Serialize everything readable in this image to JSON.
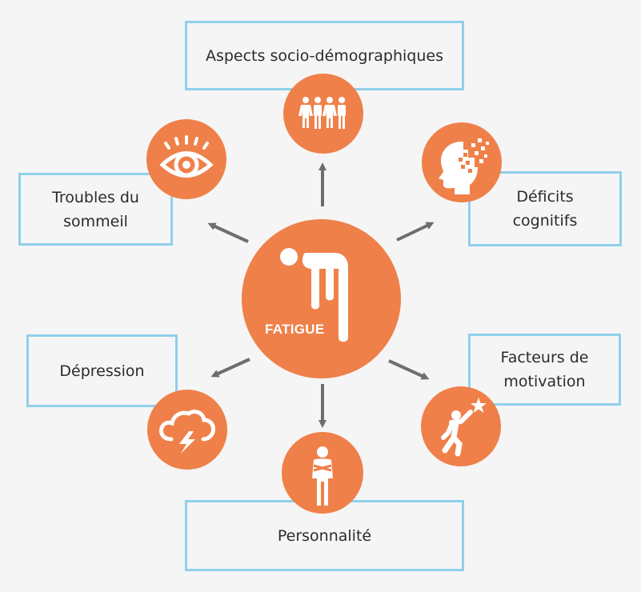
{
  "center": {
    "label": "FATIGUE",
    "icon": "person-bent-over-icon"
  },
  "factors": {
    "socio": {
      "line1": "Aspects socio-démographiques",
      "icon": "people-group-icon"
    },
    "cognitive": {
      "line1": "Déficits",
      "line2": "cognitifs",
      "icon": "head-pixels-icon"
    },
    "sleep": {
      "line1": "Troubles du",
      "line2": "sommeil",
      "icon": "eye-icon"
    },
    "depression": {
      "line1": "Dépression",
      "icon": "storm-cloud-icon"
    },
    "motivation": {
      "line1": "Facteurs de",
      "line2": "motivation",
      "icon": "person-reaching-star-icon"
    },
    "personality": {
      "line1": "Personnalité",
      "icon": "person-arms-crossed-icon"
    }
  },
  "colors": {
    "accent": "#ef8049",
    "box_border": "#8fd0ea",
    "arrow": "#6e6e6e",
    "background": "#f5f5f5"
  }
}
